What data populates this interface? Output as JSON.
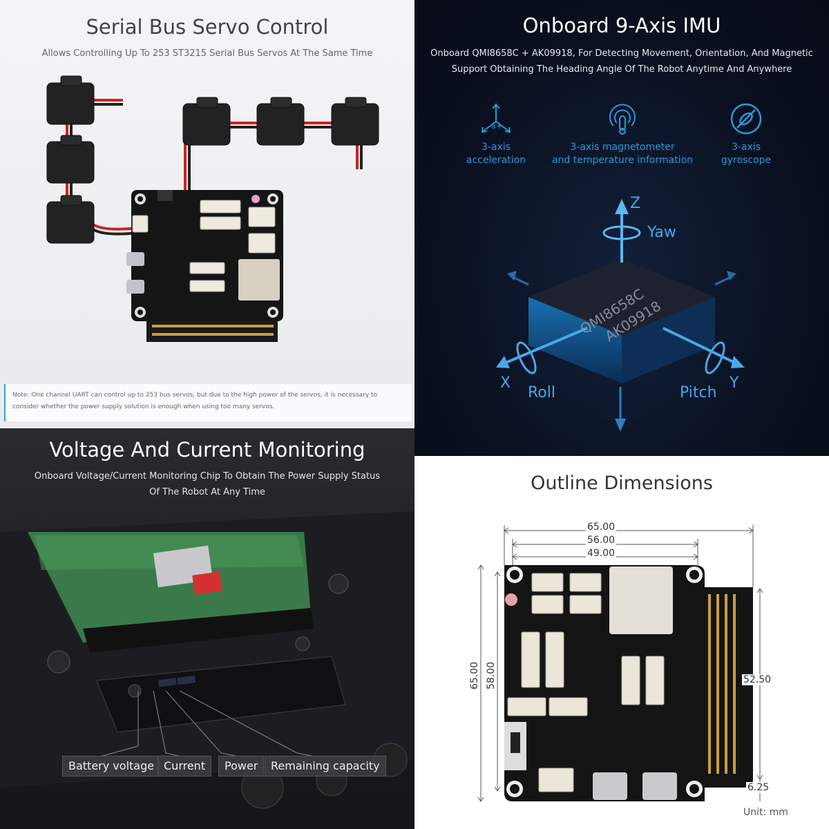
{
  "panels": {
    "servo": {
      "title": "Serial Bus Servo Control",
      "subtitle": "Allows Controlling Up To 253 ST3215 Serial Bus Servos At The Same Time",
      "note_line1": "Note: One channel UART can control up to 253 bus servos, but due to the high power of the servos, it is necessary to",
      "note_line2": "consider whether the power supply solution is enough when using too many servos."
    },
    "imu": {
      "title": "Onboard 9-Axis IMU",
      "subtitle_line1": "Onboard QMI8658C + AK09918, For Detecting Movement, Orientation, And Magnetic",
      "subtitle_line2": "Support Obtaining The Heading Angle Of The Robot Anytime And Anywhere",
      "features": [
        {
          "label_line1": "3-axis",
          "label_line2": "acceleration",
          "icon": "acceleration-axes-icon"
        },
        {
          "label_line1": "3-axis magnetometer",
          "label_line2": "and temperature information",
          "icon": "magnetometer-icon"
        },
        {
          "label_line1": "3-axis",
          "label_line2": "gyroscope",
          "icon": "gyroscope-icon"
        }
      ],
      "chip_line1": "QMI8658C",
      "chip_line2": "AK09918",
      "axes": {
        "z": "Z",
        "yaw": "Yaw",
        "x": "X",
        "roll": "Roll",
        "pitch": "Pitch",
        "y": "Y"
      },
      "accel_icon_text": "a+"
    },
    "voltage": {
      "title": "Voltage And Current Monitoring",
      "subtitle_line1": "Onboard Voltage/Current Monitoring Chip To Obtain The Power Supply Status",
      "subtitle_line2": "Of The Robot At Any Time",
      "tags": [
        "Battery voltage",
        "Current",
        "Power",
        "Remaining capacity"
      ]
    },
    "dimensions": {
      "title": "Outline Dimensions",
      "top_dims": [
        "65.00",
        "56.00",
        "49.00"
      ],
      "left_dims": [
        "65.00",
        "58.00"
      ],
      "right_dims": [
        "52.50",
        "6.25"
      ],
      "unit": "Unit: mm"
    }
  },
  "colors": {
    "accent_blue": "#2a9bd9",
    "servo_red_wire": "#d22",
    "pcb_black": "#151515"
  }
}
